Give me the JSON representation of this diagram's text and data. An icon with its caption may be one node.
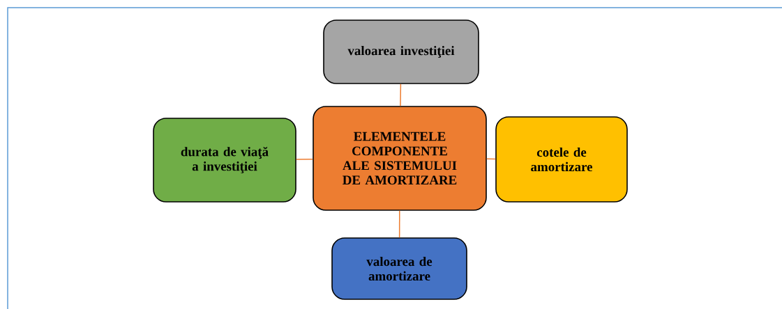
{
  "diagram": {
    "nodes": [
      {
        "text": [
          "valoarea investiţiei"
        ]
      },
      {
        "text": [
          "durata de viaţă a investiţiei"
        ]
      },
      {
        "text": [
          "ELEMENTELE COMPONENTE ALE SISTEMULUI DE AMORTIZARE"
        ]
      },
      {
        "text": [
          "cotele de amortizare"
        ]
      },
      {
        "text": [
          "valoarea de amortizare"
        ]
      }
    ],
    "edges": [
      {
        "from": 2,
        "to": 0,
        "arrow": "none"
      },
      {
        "from": 2,
        "to": 1,
        "arrow": "none"
      },
      {
        "from": 2,
        "to": 3,
        "arrow": "none"
      },
      {
        "from": 2,
        "to": 4,
        "arrow": "none"
      }
    ]
  }
}
